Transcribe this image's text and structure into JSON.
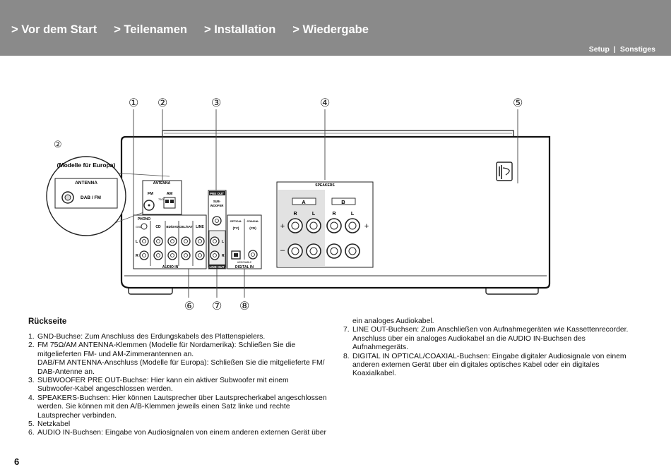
{
  "nav": [
    {
      "label": "> Vor dem Start"
    },
    {
      "label": "> Teilenamen"
    },
    {
      "label": "> Installation"
    },
    {
      "label": "> Wiedergabe"
    }
  ],
  "subnav": {
    "setup": "Setup",
    "sep": "|",
    "other": "Sonstiges"
  },
  "diagram": {
    "callouts": [
      "①",
      "②",
      "③",
      "④",
      "⑤",
      "⑥",
      "⑦",
      "⑧"
    ],
    "callout_europe": "②",
    "europe_label": "(Modelle für Europa)",
    "europe_antenna": "ANTENNA",
    "europe_dabfm": "DAB / FM",
    "antenna": "ANTENNA",
    "fm": "FM",
    "am": "AM",
    "ohm": "75Ω",
    "phono": "PHONO",
    "gnd": "GND",
    "cd": "CD",
    "bddvd": "BD/DVD",
    "cblsat": "CBL/SAT",
    "line": "LINE",
    "audio_in": "AUDIO IN",
    "pre_out": "PRE OUT",
    "subwoofer": "SUB-\nWOOFER",
    "line_out": "LINE OUT",
    "optical": "OPTICAL",
    "coaxial": "COAXIAL",
    "tv": "(TV)",
    "cd2": "(CD)",
    "digital_in": "DIGITAL IN",
    "assignable": "ASSIGNABLE",
    "speakers": "SPEAKERS",
    "spk_a": "A",
    "spk_b": "B",
    "l": "L",
    "r": "R",
    "plus": "+",
    "minus": "–"
  },
  "section_title": "Rückseite",
  "left_items": [
    {
      "num": "1.",
      "lines": [
        "GND-Buchse: Zum Anschluss des Erdungskabels des Plattenspielers."
      ]
    },
    {
      "num": "2.",
      "lines": [
        "FM 75Ω/AM ANTENNA-Klemmen (Modelle für Nordamerika): Schließen Sie die",
        "mitgelieferten FM- und AM-Zimmerantennen an.",
        "DAB/FM ANTENNA-Anschluss (Modelle für Europa): Schließen Sie die mitgelieferte FM/",
        "DAB-Antenne an."
      ]
    },
    {
      "num": "3.",
      "lines": [
        "SUBWOOFER PRE OUT-Buchse: Hier kann ein aktiver Subwoofer mit einem",
        "Subwoofer-Kabel angeschlossen werden."
      ]
    },
    {
      "num": "4.",
      "lines": [
        "SPEAKERS-Buchsen: Hier können Lautsprecher über Lautsprecherkabel angeschlossen",
        "werden. Sie können mit den A/B-Klemmen jeweils einen Satz linke und rechte",
        "Lautsprecher verbinden."
      ]
    },
    {
      "num": "5.",
      "lines": [
        "Netzkabel"
      ]
    },
    {
      "num": "6.",
      "lines": [
        "AUDIO IN-Buchsen: Eingabe von Audiosignalen von einem anderen externen Gerät über"
      ]
    }
  ],
  "right_continuation": "ein analoges Audiokabel.",
  "right_items": [
    {
      "num": "7.",
      "lines": [
        "LINE OUT-Buchsen: Zum Anschließen von Aufnahmegeräten wie Kassettenrecorder.",
        "Anschluss über ein analoges Audiokabel an die AUDIO IN-Buchsen des",
        "Aufnahmegeräts."
      ]
    },
    {
      "num": "8.",
      "lines": [
        "DIGITAL IN OPTICAL/COAXIAL-Buchsen: Eingabe digitaler Audiosignale von einem",
        "anderen externen Gerät über ein digitales optisches Kabel oder ein digitales",
        "Koaxialkabel."
      ]
    }
  ],
  "page_number": "6"
}
